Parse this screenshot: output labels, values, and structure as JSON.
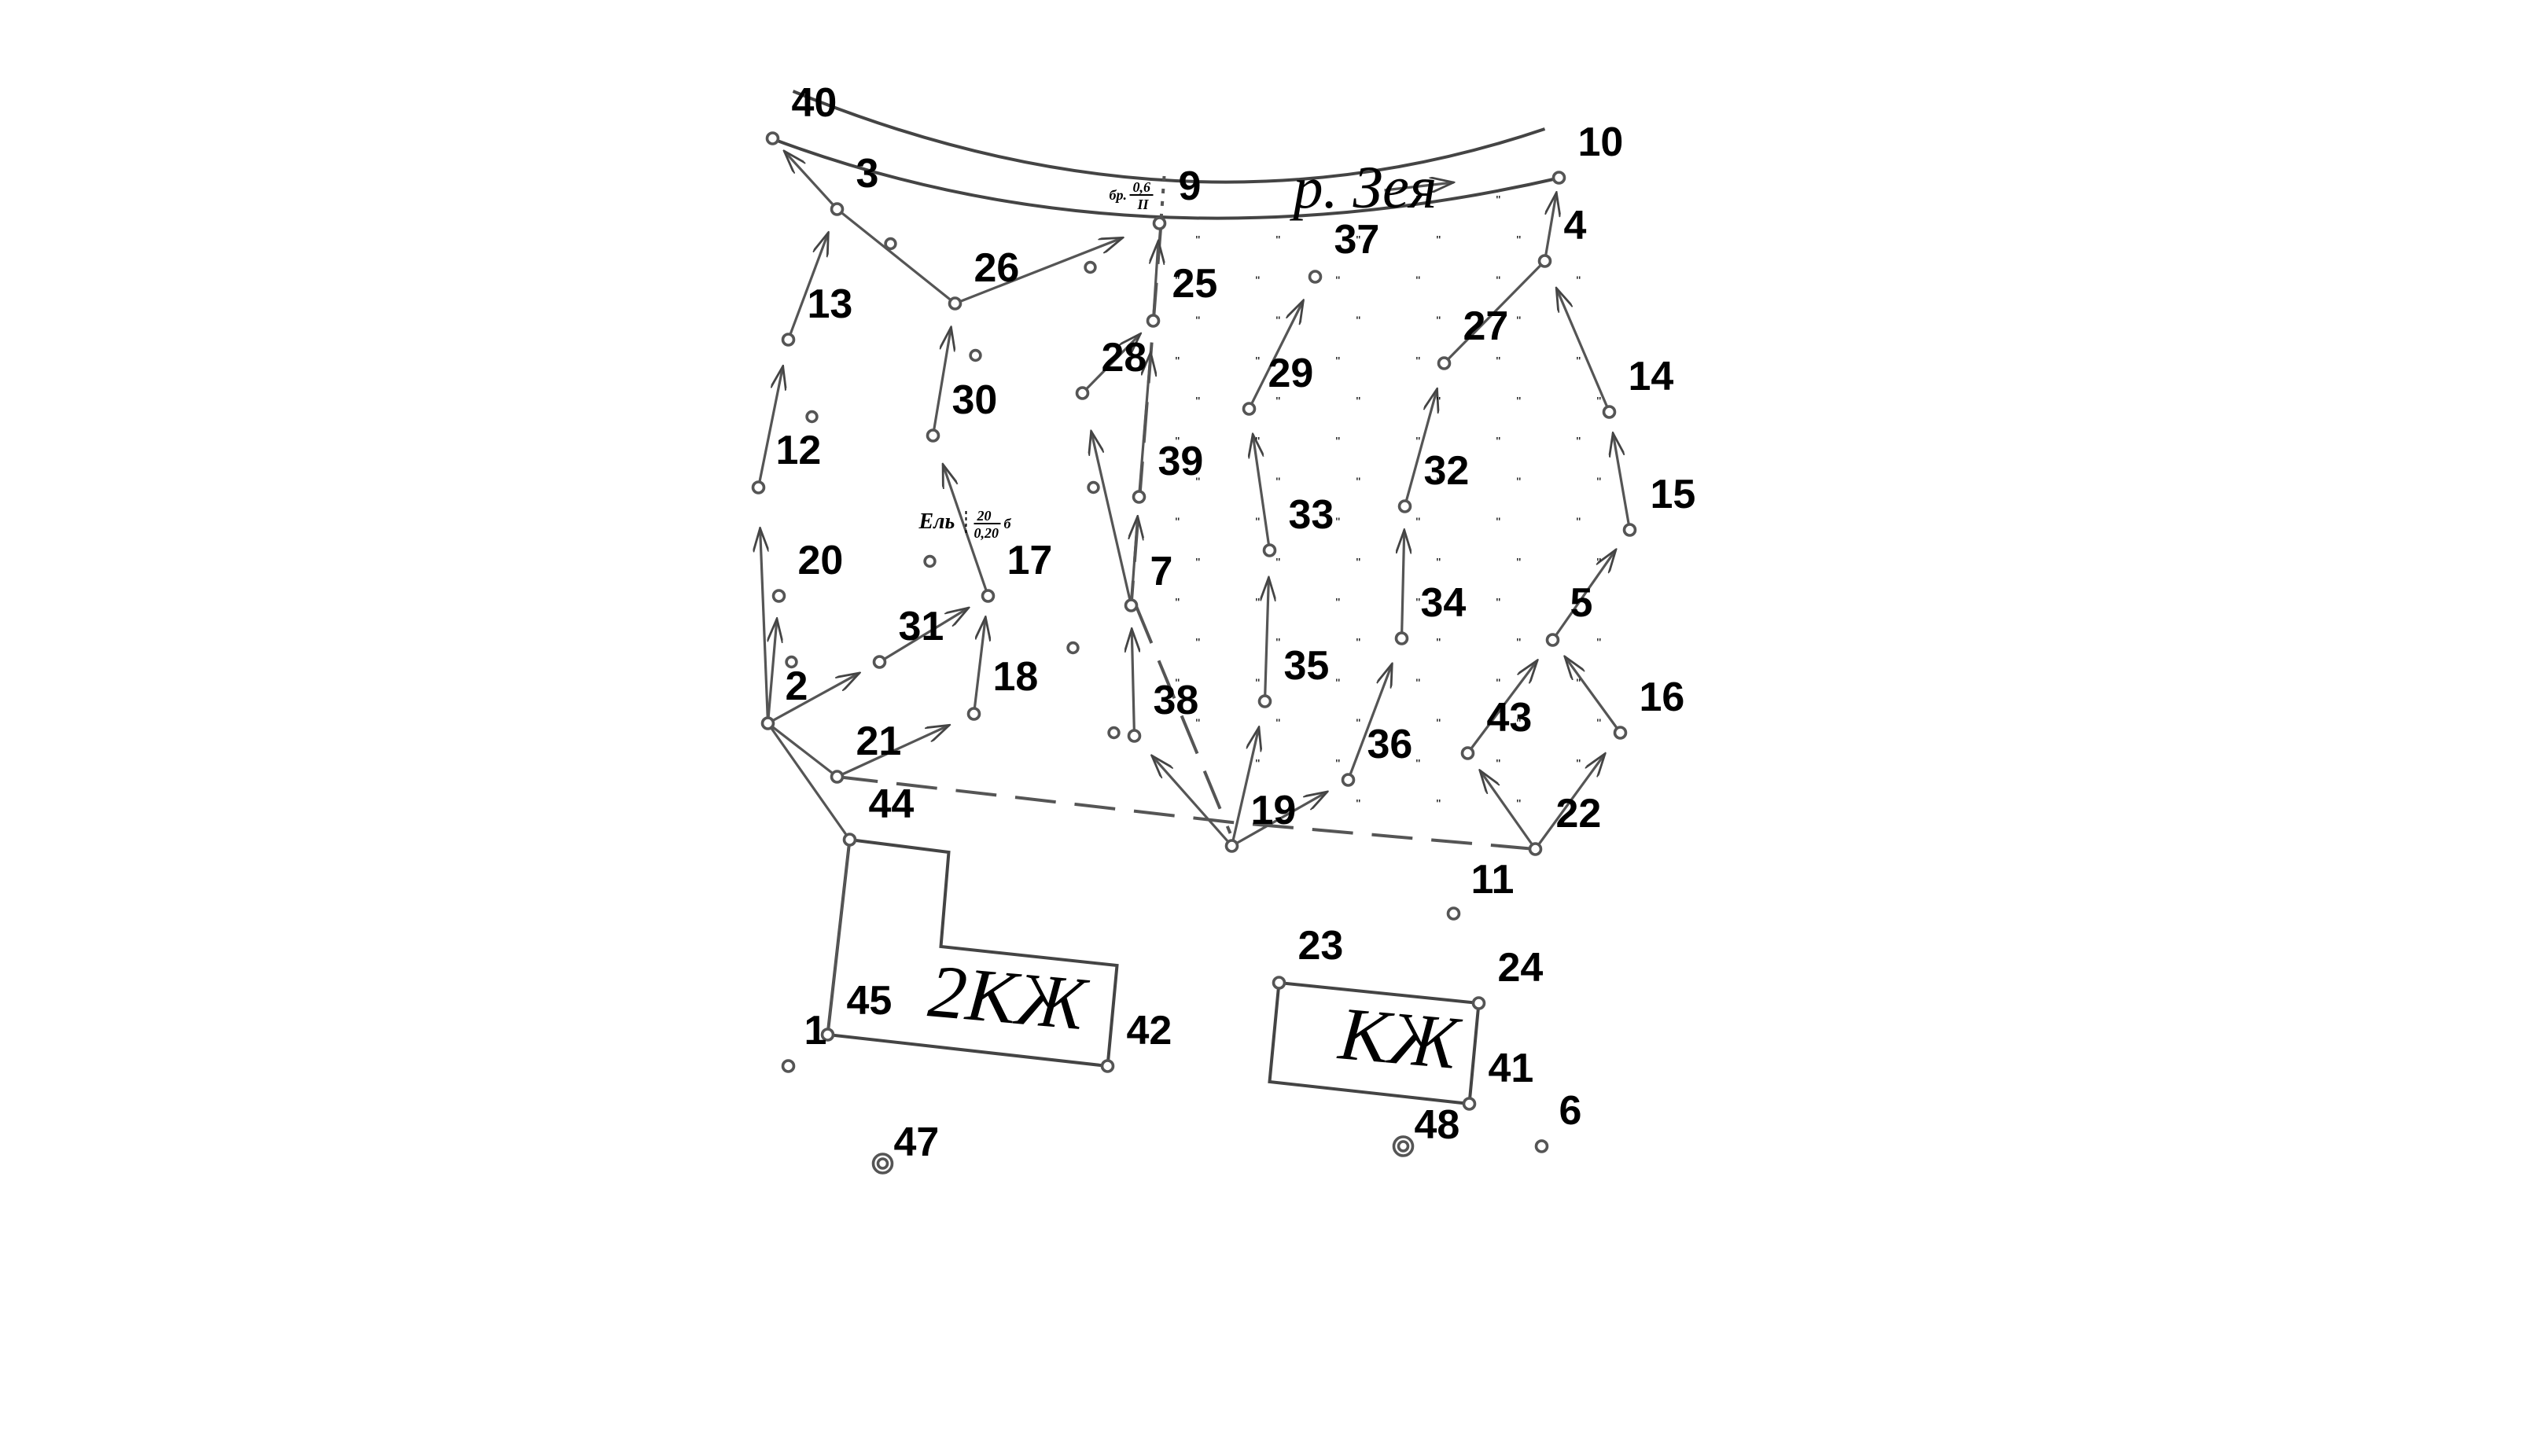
{
  "river": {
    "name": "р. Зея",
    "ford_top": "0,6",
    "ford_bottom": "II",
    "ford_prefix": "бр."
  },
  "buildings": [
    {
      "id": "building-2kzh",
      "label": "2КЖ"
    },
    {
      "id": "building-kzh",
      "label": "КЖ"
    }
  ],
  "tree": {
    "label": "Ель",
    "top": "20",
    "bottom": "0,20",
    "suffix": "б"
  },
  "points": [
    "1",
    "2",
    "3",
    "4",
    "5",
    "6",
    "7",
    "9",
    "10",
    "11",
    "12",
    "13",
    "14",
    "15",
    "16",
    "17",
    "18",
    "19",
    "20",
    "21",
    "22",
    "23",
    "24",
    "25",
    "26",
    "27",
    "28",
    "29",
    "30",
    "31",
    "32",
    "33",
    "34",
    "35",
    "36",
    "37",
    "38",
    "39",
    "40",
    "41",
    "42",
    "43",
    "44",
    "45",
    "47",
    "48"
  ],
  "meadow_symbol": "\""
}
